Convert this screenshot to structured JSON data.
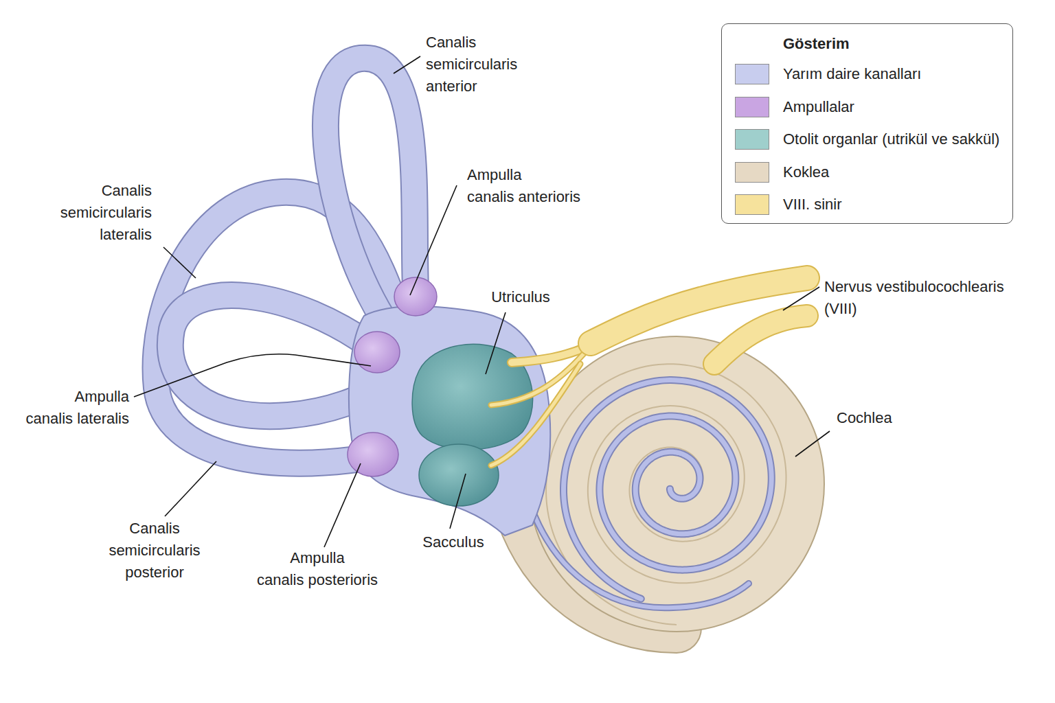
{
  "diagram": {
    "labels": [
      "Canalis semicircularis anterior",
      "Canalis semicircularis lateralis",
      "Ampulla canalis anterioris",
      "Utriculus",
      "Nervus vestibulocochlearis (VIII)",
      "Ampulla canalis lateralis",
      "Cochlea",
      "Canalis semicircularis posterior",
      "Ampulla canalis posterioris",
      "Sacculus",
      "Gösterim"
    ],
    "legend": [
      {
        "text": "Yarım daire kanalları",
        "color": "#c8cdee"
      },
      {
        "text": "Ampullalar",
        "color": "#c9a5e2"
      },
      {
        "text": "Otolit organlar (utrikül ve sakkül)",
        "color": "#9fcfcc"
      },
      {
        "text": "Koklea",
        "color": "#e6d9c4"
      },
      {
        "text": "VIII. sinir",
        "color": "#f6e29c"
      }
    ]
  }
}
